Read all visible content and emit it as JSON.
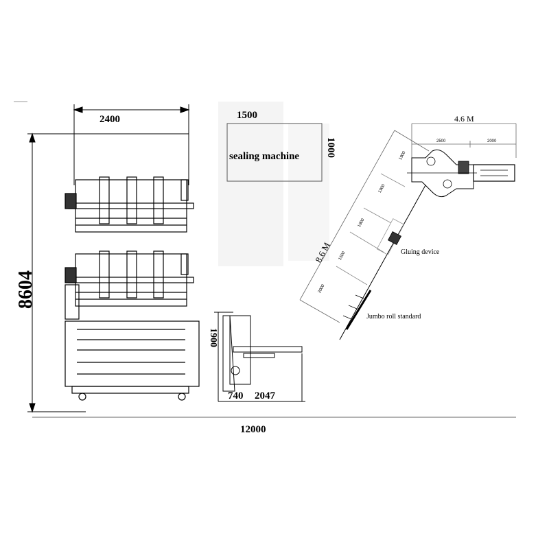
{
  "main_machine": {
    "width_dim": "2400",
    "height_dim": "8604"
  },
  "overall_length": "12000",
  "sealing_machine": {
    "label": "sealing machine",
    "width_dim": "1500",
    "depth_dim": "1000"
  },
  "side_view": {
    "height_dim": "1900",
    "dim_a": "740",
    "dim_b": "2047"
  },
  "layout_plan": {
    "total_length": "8.6 M",
    "total_width": "4.6 M",
    "width_segments": [
      "2500",
      "2000"
    ],
    "diagonal_segments": [
      "1900",
      "1900",
      "1900",
      "1500",
      "2000"
    ],
    "gluing_label": "Gluing device",
    "jumbo_label": "Jumbo roll standard"
  }
}
